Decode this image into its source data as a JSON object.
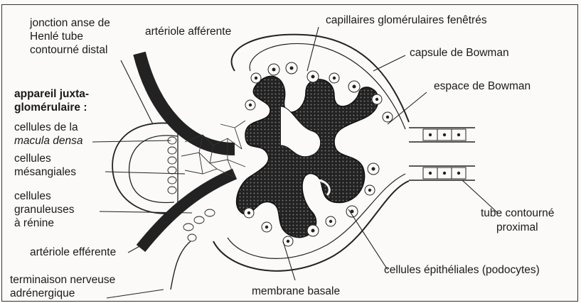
{
  "labels": {
    "jonction_line1": "jonction anse de",
    "jonction_line2": "Henlé tube",
    "jonction_line3": "contourné distal",
    "arteriole_afferente": "artériole afférente",
    "capillaires": "capillaires glomérulaires fenêtrés",
    "capsule_bowman": "capsule de Bowman",
    "espace_bowman": "espace de Bowman",
    "appareil_line1": "appareil juxta-",
    "appareil_line2": "glomérulaire :",
    "cellules_line1": "cellules de la",
    "macula_densa": "macula densa",
    "mesangiales_line1": "cellules",
    "mesangiales_line2": "mésangiales",
    "granuleuses_line1": "cellules",
    "granuleuses_line2": "granuleuses",
    "granuleuses_line3": "à rénine",
    "tube_proximal_line1": "tube contourné",
    "tube_proximal_line2": "proximal",
    "arteriole_efferente": "artériole efférente",
    "terminaison_line1": "terminaison nerveuse",
    "terminaison_line2": "adrénergique",
    "podocytes": "cellules épithéliales (podocytes)",
    "membrane_basale": "membrane basale"
  }
}
